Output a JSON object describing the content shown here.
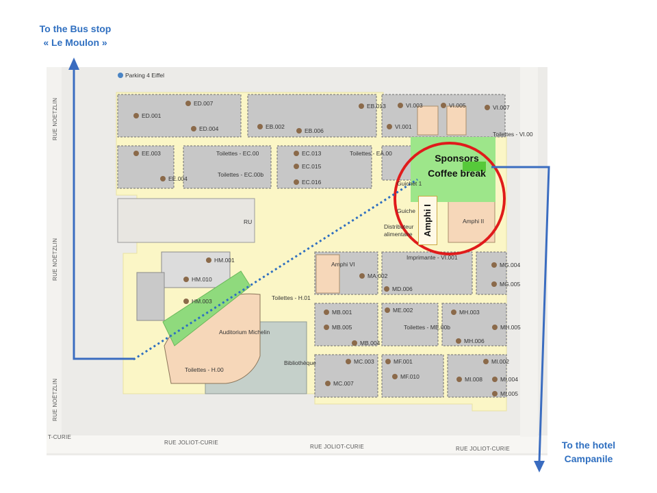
{
  "directions": {
    "bus_line1": "To the Bus stop",
    "bus_line2": "« Le Moulon »",
    "hotel_line1": "To the hotel",
    "hotel_line2": "Campanile",
    "accent_color": "#2f6fc0"
  },
  "highlight": {
    "sponsors": "Sponsors",
    "coffee": "Coffee break",
    "amphi": "Amphi I",
    "circle_color": "#e01b1b",
    "zone_color": "#9de68a"
  },
  "labels": {
    "parking": "Parking 4 Eiffel",
    "ed007": "ED.007",
    "ed001": "ED.001",
    "ed004": "ED.004",
    "eb002": "EB.002",
    "eb006": "EB.006",
    "eb013": "EB.013",
    "vi003": "VI.003",
    "vi005": "VI.005",
    "vi007": "VI.007",
    "vi001": "VI.001",
    "toilettes_vi00": "Toilettes - VI.00",
    "ee003": "EE.003",
    "ee004": "EE.004",
    "toilettes_ec00": "Toilettes - EC.00",
    "toilettes_ec00b": "Toilettes - EC.00b",
    "ec013": "EC.013",
    "ec015": "EC.015",
    "ec016": "EC.016",
    "toilettes_ea00": "Toilettes - EA.00",
    "guichet1": "Guichet 1",
    "guichet": "Guiche",
    "ru": "RU",
    "distrib1": "Distributeur",
    "distrib2": "alimentaire",
    "amphi_ii": "Amphi II",
    "hm001": "HM.001",
    "hm010": "HM.010",
    "hm003": "HM.003",
    "amphi_vi": "Amphi VI",
    "imprimante": "Imprimante - VI.001",
    "ma002": "MA.002",
    "md006": "MD.006",
    "mg004": "MG.004",
    "mg005": "MG.005",
    "toilettes_h01": "Toilettes - H.01",
    "mb001": "MB.001",
    "mb005": "MB.005",
    "mb004": "MB.004",
    "me002": "ME.002",
    "toilettes_me00b": "Toilettes - ME.00b",
    "mh003": "MH.003",
    "mh005": "MH.005",
    "mh006": "MH.006",
    "auditorium": "Auditorium Michelin",
    "bibliotheque": "Bibliothèque",
    "toilettes_h00": "Toilettes - H.00",
    "mc003": "MC.003",
    "mc007": "MC.007",
    "mf001": "MF.001",
    "mf010": "MF.010",
    "mi002": "MI.002",
    "mi008": "MI.008",
    "mi004": "MI.004",
    "mi005": "MI.005"
  },
  "streets": {
    "noetzlin_top": "RUE NOETZLIN",
    "noetzlin_mid": "RUE NOËTZLIN",
    "noetzlin_bot": "RUE NOËTZLIN",
    "curie_left": "T-CURIE",
    "curie_1": "RUE JOLIOT-CURIE",
    "curie_2": "RUE JOLIOT-CURIE",
    "curie_3": "RUE JOLIOT-CURIE"
  }
}
